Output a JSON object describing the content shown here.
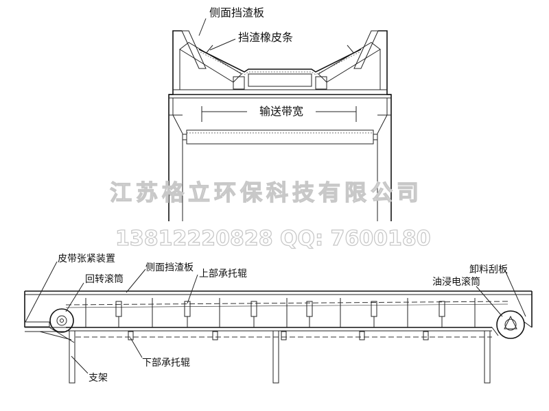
{
  "cross_section": {
    "labels": {
      "side_skirt_board": "侧面挡渣板",
      "skirt_rubber_strip": "挡渣橡皮条",
      "belt_width": "输送带宽"
    }
  },
  "watermark": {
    "company": "江苏格立环保科技有限公司",
    "contact": "13812220828   QQ: 7600180"
  },
  "side_view": {
    "labels": {
      "belt_tensioner": "皮带张紧装置",
      "return_drum": "回转滚筒",
      "side_skirt_board": "侧面挡渣板",
      "upper_carrier_idler": "上部承托辊",
      "lower_carrier_idler": "下部承托辊",
      "bracket": "支架",
      "discharge_scraper": "卸料刮板",
      "oil_immersed_motor_drum": "油浸电滚筒"
    }
  }
}
